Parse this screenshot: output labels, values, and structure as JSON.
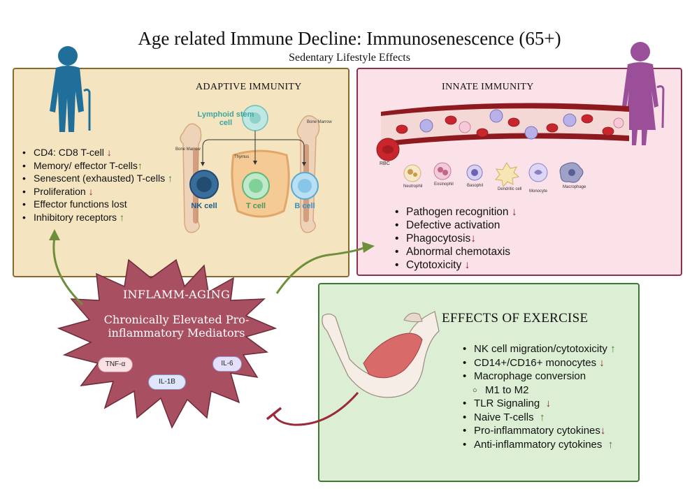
{
  "title": "Age related Immune Decline: Immunosenescence (65+)",
  "subtitle": "Sedentary Lifestyle Effects",
  "adaptive": {
    "heading": "ADAPTIVE IMMUNITY",
    "items": [
      {
        "text": "CD4: CD8 T-cell",
        "arrow": "↓"
      },
      {
        "text": "Memory/ effector T-cells",
        "arrow": "↑"
      },
      {
        "text": "Senescent (exhausted) T-cells",
        "arrow": "↑"
      },
      {
        "text": "Proliferation",
        "arrow": "↓"
      },
      {
        "text": "Effector functions lost",
        "arrow": ""
      },
      {
        "text": "Inhibitory receptors",
        "arrow": "↑"
      }
    ],
    "diagram": {
      "stem_cell": "Lymphoid stem cell",
      "bone_marrow_left": "Bone Marrow",
      "bone_marrow_right": "Bone Marrow",
      "thymus": "Thymus",
      "nk_cell": "NK cell",
      "t_cell": "T cell",
      "b_cell": "B cell"
    }
  },
  "innate": {
    "heading": "INNATE IMMUNITY",
    "items": [
      {
        "text": "Pathogen recognition",
        "arrow": "↓"
      },
      {
        "text": "Defective activation",
        "arrow": ""
      },
      {
        "text": "Phagocytosis",
        "arrow": "↓"
      },
      {
        "text": "Abnormal chemotaxis",
        "arrow": ""
      },
      {
        "text": "Cytotoxicity",
        "arrow": "↓"
      }
    ],
    "cells": {
      "rbc": "RBC",
      "neutrophil": "Neutrophil",
      "eosinophil": "Eosinophil",
      "basophil": "Basophil",
      "dendritic": "Dendritic cell",
      "monocyte": "Monocyte",
      "macrophage": "Macrophage"
    }
  },
  "inflamm": {
    "label": "INFLAMM-AGING",
    "description": "Chronically Elevated Pro-inflammatory Mediators",
    "cytokines": {
      "tnf": "TNF-α",
      "il1b": "IL-1B",
      "il6": "IL-6"
    }
  },
  "exercise": {
    "heading": "EFFECTS OF EXERCISE",
    "items": [
      {
        "text": "NK cell migration/cytotoxicity",
        "arrow": "↑",
        "sub": false
      },
      {
        "text": "CD14+/CD16+ monocytes",
        "arrow": "↓",
        "sub": false
      },
      {
        "text": "Macrophage conversion",
        "arrow": "",
        "sub": false
      },
      {
        "text": "M1 to M2",
        "arrow": "",
        "sub": true
      },
      {
        "text": "TLR Signaling",
        "arrow": "↓",
        "sub": false
      },
      {
        "text": "Naive T-cells",
        "arrow": "↑",
        "sub": false
      },
      {
        "text": "Pro-inflammatory cytokines",
        "arrow": "↓",
        "sub": false
      },
      {
        "text": "Anti-inflammatory cytokines",
        "arrow": "↑",
        "sub": false
      }
    ]
  },
  "colors": {
    "adaptive_bg": "#f4e4c0",
    "innate_bg": "#fbe1e8",
    "exercise_bg": "#dcefd4",
    "star": "#a84f62",
    "arrow_up": "#3e7e2a",
    "arrow_down": "#8a2030"
  },
  "icons": [
    "elderly-man-icon",
    "elderly-woman-icon",
    "flexed-arm-icon"
  ]
}
